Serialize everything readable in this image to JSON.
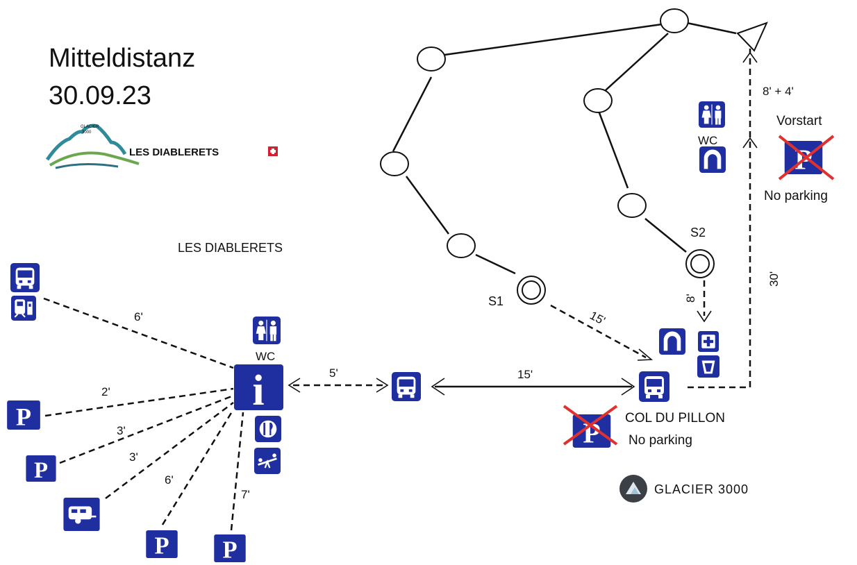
{
  "header": {
    "title": "Mitteldistanz",
    "date": "30.09.23",
    "logo_text": "LES DIABLERETS",
    "logo_small_1": "GLACIER",
    "logo_small_2": "3000"
  },
  "map": {
    "place_label": "LES DIABLERETS",
    "col_label": "COL DU PILLON",
    "no_parking_label_1": "No parking",
    "no_parking_label_2": "No parking",
    "vorstart_label": "Vorstart",
    "wc_label_1": "WC",
    "wc_label_2": "WC",
    "start_1": "S1",
    "start_2": "S2",
    "glacier_label": "GLACIER 3000",
    "durations": {
      "bus_info": "6'",
      "p1": "2'",
      "p2": "3'",
      "camper": "3'",
      "p3": "6'",
      "p4": "7'",
      "info_bus": "5'",
      "bus_bus": "15'",
      "s1_pillon": "15'",
      "s2_down": "8'",
      "pillon_vorstart": "30'",
      "vorstart_finish": "8' + 4'"
    },
    "icons": {
      "parking": "P",
      "info": "i"
    }
  },
  "colors": {
    "icon_blue": "#1f2fa0",
    "cross_red": "#e03030",
    "logo_teal": "#2f8b9a",
    "logo_red": "#d3202e"
  }
}
